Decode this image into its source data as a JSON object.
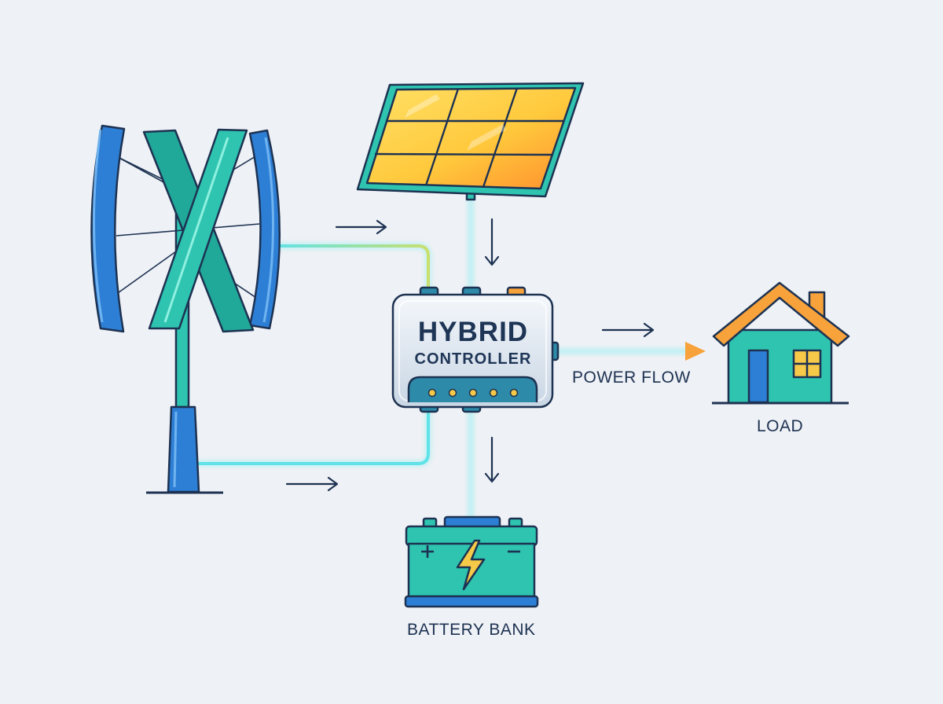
{
  "controller": {
    "title": "HYBRID",
    "subtitle": "CONTROLLER"
  },
  "labels": {
    "power_flow": "POWER FLOW",
    "load": "LOAD",
    "battery": "BATTERY BANK"
  },
  "icons": {
    "wind_turbine": "wind-turbine-icon",
    "solar_panel": "solar-panel-icon",
    "controller": "controller-icon",
    "house": "house-icon",
    "battery": "battery-icon",
    "bolt": "lightning-bolt-icon"
  },
  "colors": {
    "background": "#eef1f5",
    "outline": "#1d3252",
    "teal": "#2ec4b0",
    "blue": "#2d7fd6",
    "yellow": "#f7c948",
    "orange": "#f7a23a",
    "line_glow": "#7fe9ea"
  }
}
